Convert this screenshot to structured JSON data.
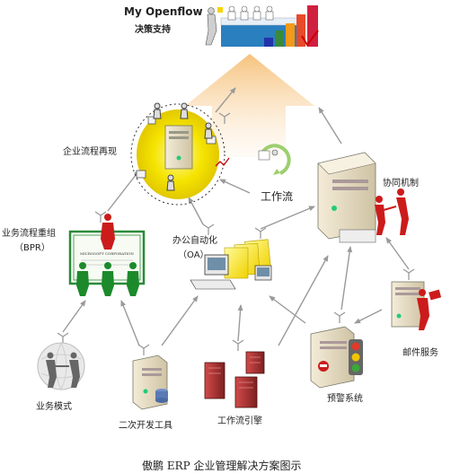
{
  "title": {
    "brand": "My Openflow",
    "subtitle": "决策支持"
  },
  "nodes": {
    "process_replay": "企业流程再现",
    "workflow": "工作流",
    "collaboration": "协同机制",
    "bpr_line1": "业务流程重组",
    "bpr_line2": "（BPR）",
    "oa_line1": "办公自动化",
    "oa_line2": "（OA）",
    "mail_service": "邮件服务",
    "business_model": "业务模式",
    "dev_tools": "二次开发工具",
    "workflow_engine": "工作流引擎",
    "alert_system": "预警系统"
  },
  "certificate_text": "MICROSOFT CORPORATION",
  "caption": "傲鹏 ERP 企业管理解决方案图示",
  "colors": {
    "arrow": "#9a9a9a",
    "big_arrow_top": "#f6c27c",
    "big_arrow_bottom": "#fdf2e2",
    "halo": "#f5e400",
    "server_body": "#e9dfc7",
    "rack": "#b53a3a",
    "figure_red": "#cc1b1b",
    "figure_green": "#1c8a2b",
    "certificate_green": "#2a8a3a"
  }
}
